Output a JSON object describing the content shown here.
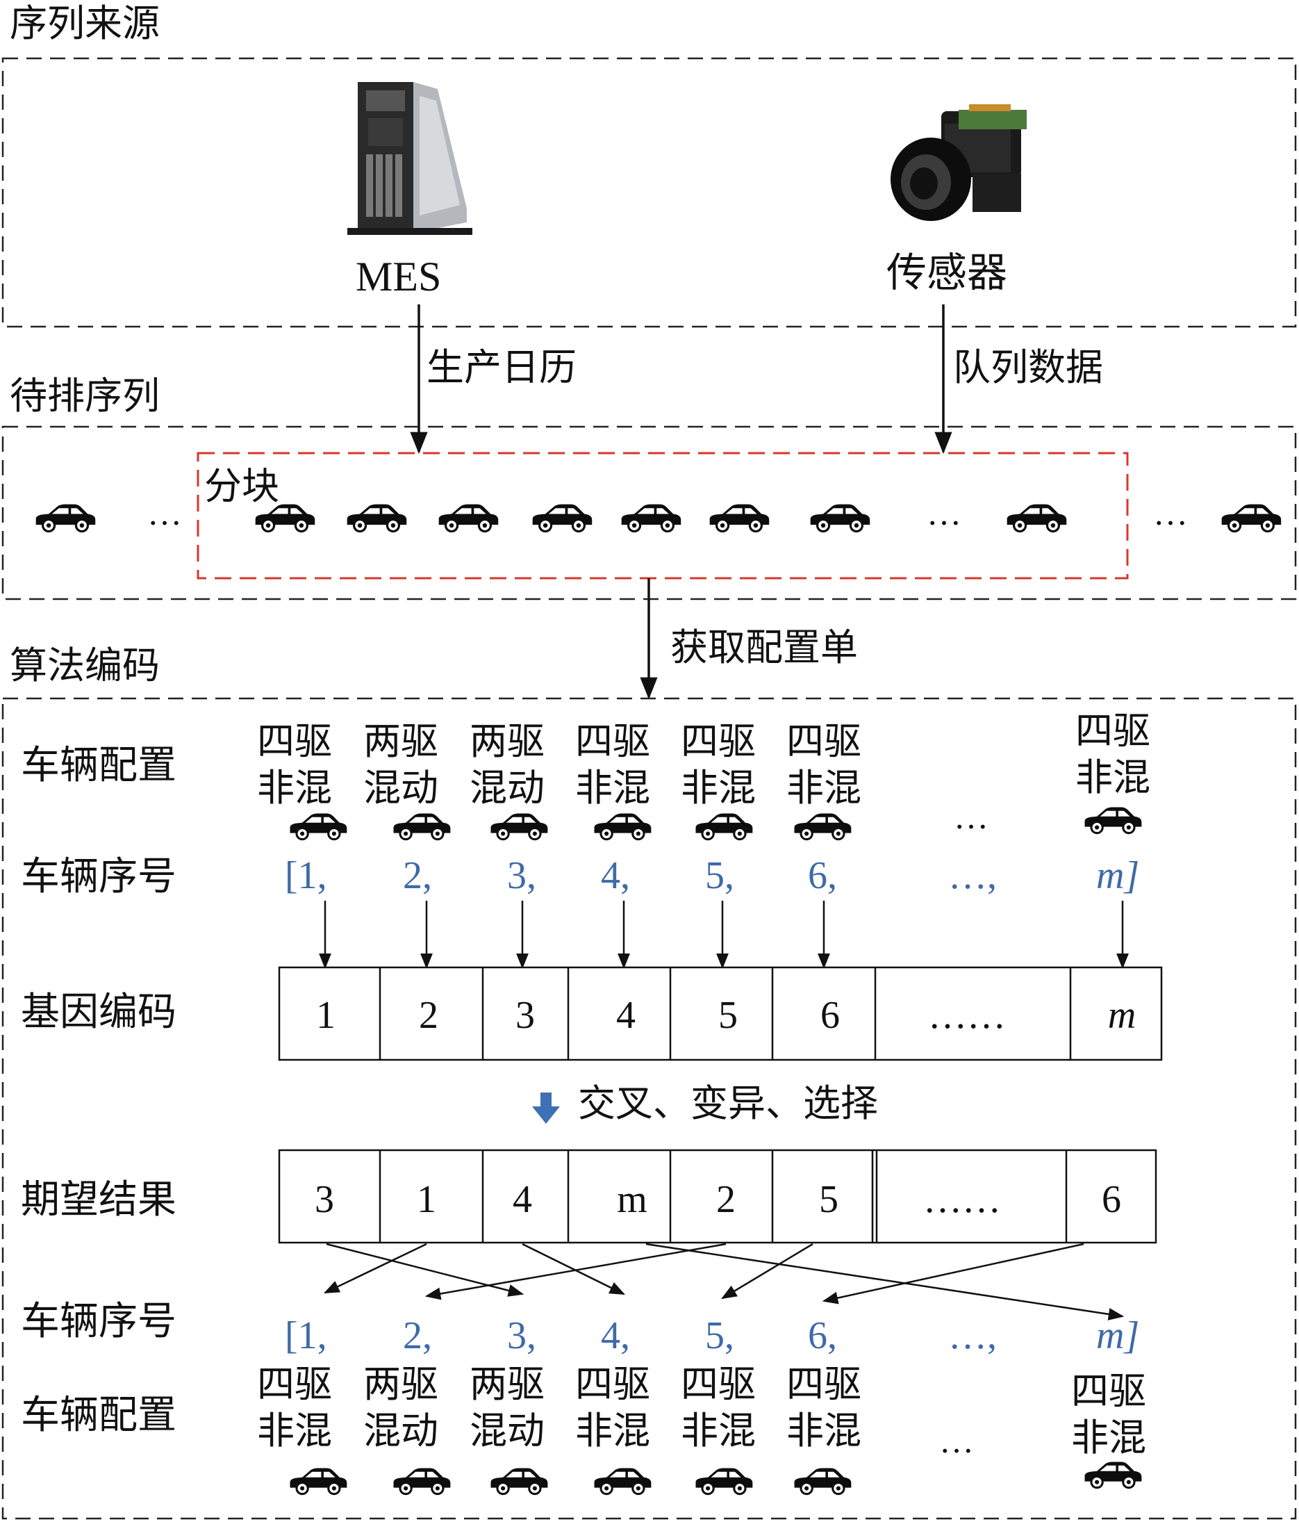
{
  "sections": {
    "source_title": "序列来源",
    "queue_title": "待排序列",
    "coding_title": "算法编码"
  },
  "sources": {
    "mes_label": "MES",
    "sensor_label": "传感器",
    "mes_arrow_label": "生产日历",
    "sensor_arrow_label": "队列数据"
  },
  "queue": {
    "block_label": "分块",
    "ellipsis": "…",
    "arrow_label": "获取配置单"
  },
  "rows": {
    "vehicle_config": "车辆配置",
    "vehicle_index": "车辆序号",
    "gene_code": "基因编码",
    "expected_result": "期望结果",
    "vehicle_index_2": "车辆序号",
    "vehicle_config_2": "车辆配置"
  },
  "configs": [
    [
      "四驱",
      "非混"
    ],
    [
      "两驱",
      "混动"
    ],
    [
      "两驱",
      "混动"
    ],
    [
      "四驱",
      "非混"
    ],
    [
      "四驱",
      "非混"
    ],
    [
      "四驱",
      "非混"
    ],
    [
      "四驱",
      "非混"
    ]
  ],
  "config_ellipsis": "…",
  "indices": [
    "[1,",
    "2,",
    "3,",
    "4,",
    "5,",
    "6,",
    "…,",
    "m]"
  ],
  "gene_cells": [
    "1",
    "2",
    "3",
    "4",
    "5",
    "6",
    "……",
    "m"
  ],
  "operation_label": "交叉、变异、选择",
  "result_cells": [
    "3",
    "1",
    "4",
    "m",
    "2",
    "5",
    "……",
    "6"
  ],
  "colors": {
    "index_blue": "#3f6aa8",
    "block_red": "#d7372c",
    "down_arrow": "#3f6fb5",
    "ink": "#111111"
  },
  "icons": {
    "server": "server-tower-icon",
    "sensor": "camera-sensor-icon",
    "car": "car-icon"
  }
}
